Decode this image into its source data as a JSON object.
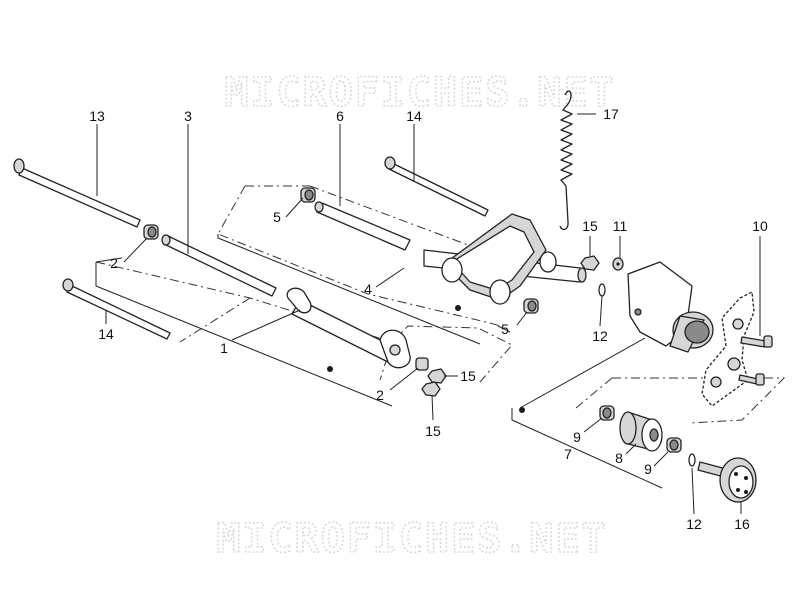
{
  "watermark": {
    "top": "MICROFICHES.NET",
    "bottom": "MICROFICHES.NET"
  },
  "labels": {
    "p1": "1",
    "p2a": "2",
    "p2b": "2",
    "p3": "3",
    "p4": "4",
    "p5a": "5",
    "p5b": "5",
    "p6": "6",
    "p7": "7",
    "p8": "8",
    "p9a": "9",
    "p9b": "9",
    "p10": "10",
    "p11": "11",
    "p12a": "12",
    "p12b": "12",
    "p13": "13",
    "p14a": "14",
    "p14b": "14",
    "p15a": "15",
    "p15b": "15",
    "p15c": "15",
    "p16": "16",
    "p17": "17"
  },
  "colors": {
    "line": "#222222",
    "watermark_outline": "#d9d9d9",
    "part_shade": "#d6d6d6",
    "part_dark": "#1a1a1a"
  }
}
